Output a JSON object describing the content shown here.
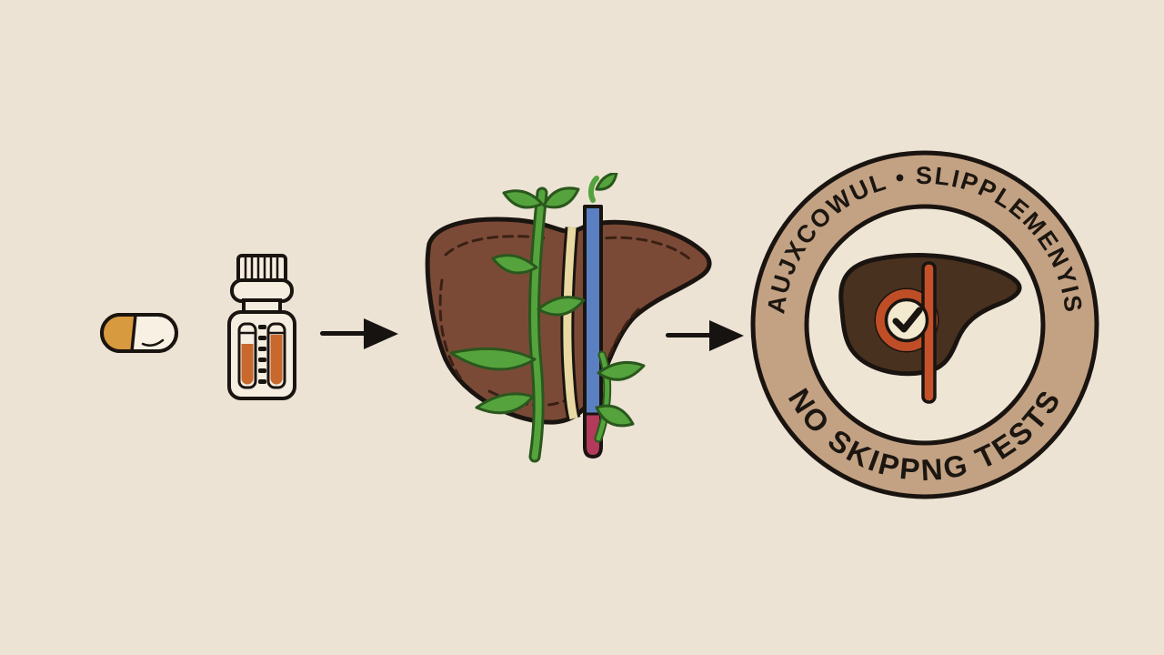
{
  "illustration": {
    "background_color": "#ece3d4",
    "outline_color": "#1a1410",
    "description": "Hand-drawn infographic: capsule and supplement bottle lead via arrows to a vine-covered liver, then to a seal badge"
  },
  "capsule": {
    "icon": "capsule-pill-icon",
    "left_color": "#d89a3e",
    "body_color": "#f7f0e3"
  },
  "bottle": {
    "icon": "supplement-bottle-icon",
    "body_color": "#f4ede0",
    "liquid_color": "#c8682c"
  },
  "arrow": {
    "icon": "arrow-right-icon",
    "color": "#161310"
  },
  "liver": {
    "icon": "liver-with-vine-icon",
    "body_color": "#7b4a37",
    "stitch_color": "#3a2014",
    "band_color": "#e8d9a2",
    "tube_color": "#5b80c2",
    "tube_tip_color": "#b23a5b",
    "vine_color": "#55a33c",
    "vine_outline_color": "#2a571d"
  },
  "badge": {
    "icon": "certification-seal-icon",
    "top_arc_text": "AUJXCOWUL • SLIPPLEMENYIS",
    "bottom_arc_text": "NO SKIPPNG TESTS",
    "ring_color": "#c3a284",
    "inner_color": "#eee5d5",
    "liver_color": "#49311f",
    "rod_color": "#c4512a",
    "check_ring_color": "#bf4e26",
    "check_circle_color": "#f3e9cf",
    "text_color": "#1c1610"
  }
}
